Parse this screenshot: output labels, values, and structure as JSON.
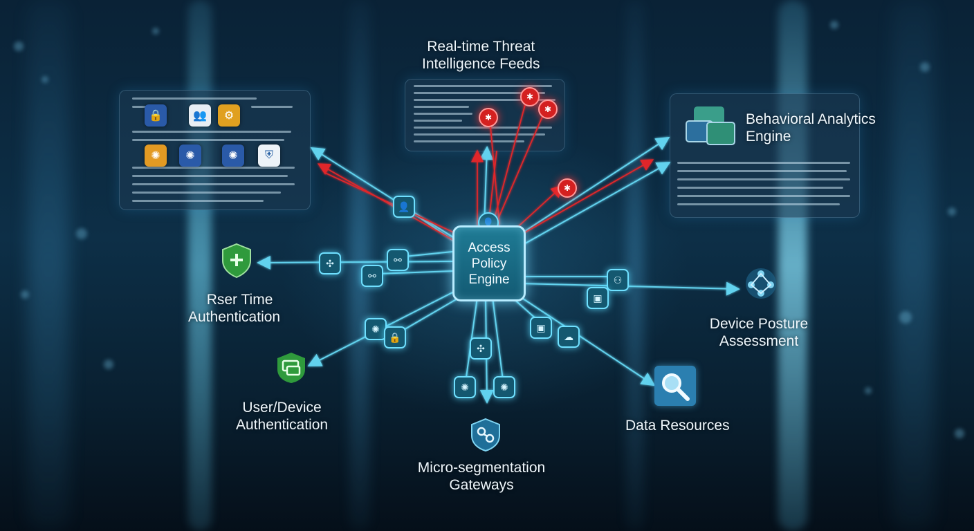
{
  "center": {
    "lines": [
      "Access",
      "Policy",
      "Engine"
    ]
  },
  "nodes": {
    "threat_feeds": [
      "Real-time Threat",
      "Intelligence Feeds"
    ],
    "behavioral": [
      "Behavioral Analytics",
      "Engine"
    ],
    "rser_time": [
      "Rser Time",
      "Authentication"
    ],
    "user_device": [
      "User/Device",
      "Authentication"
    ],
    "micro_seg": [
      "Micro-segmentation",
      "Gateways"
    ],
    "data_resources": [
      "Data Resources"
    ],
    "device_posture": [
      "Device Posture",
      "Assessment"
    ]
  },
  "icons": {
    "center_top": "user-icon",
    "rser_time": "shield-plus-icon",
    "user_device": "devices-icon",
    "micro_seg": "segmentation-icon",
    "data_resources": "magnifier-icon",
    "device_posture": "network-nodes-icon",
    "behavioral": "user-cards-icon",
    "threat": "threat-icon"
  },
  "colors": {
    "connector": "#62d2ee",
    "threat_line": "#e0282b",
    "chip_border": "#6fe0ff",
    "center_border": "#b8ecff",
    "shield": "#2f9a3c",
    "data_tile": "#2b7fb0"
  }
}
